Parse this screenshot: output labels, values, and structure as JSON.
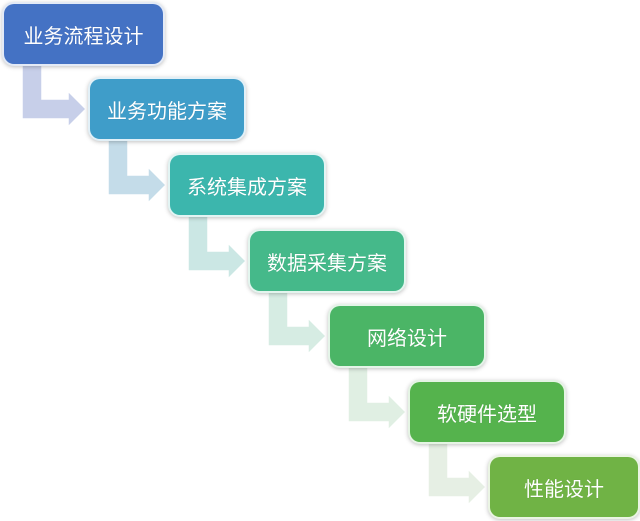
{
  "diagram": {
    "type": "staircase-process",
    "steps": [
      {
        "label": "业务流程设计",
        "color": "#4472c4",
        "arrow_color": "#c7cfe9"
      },
      {
        "label": "业务功能方案",
        "color": "#3f9dc9",
        "arrow_color": "#c4dce9"
      },
      {
        "label": "系统集成方案",
        "color": "#3cb6ad",
        "arrow_color": "#cbe7e4"
      },
      {
        "label": "数据采集方案",
        "color": "#45b98a",
        "arrow_color": "#d6ece3"
      },
      {
        "label": "网络设计",
        "color": "#4bb566",
        "arrow_color": "#e0efe3"
      },
      {
        "label": "软硬件选型",
        "color": "#55b34d",
        "arrow_color": "#e6efe4"
      },
      {
        "label": "性能设计",
        "color": "#70b345"
      }
    ]
  }
}
